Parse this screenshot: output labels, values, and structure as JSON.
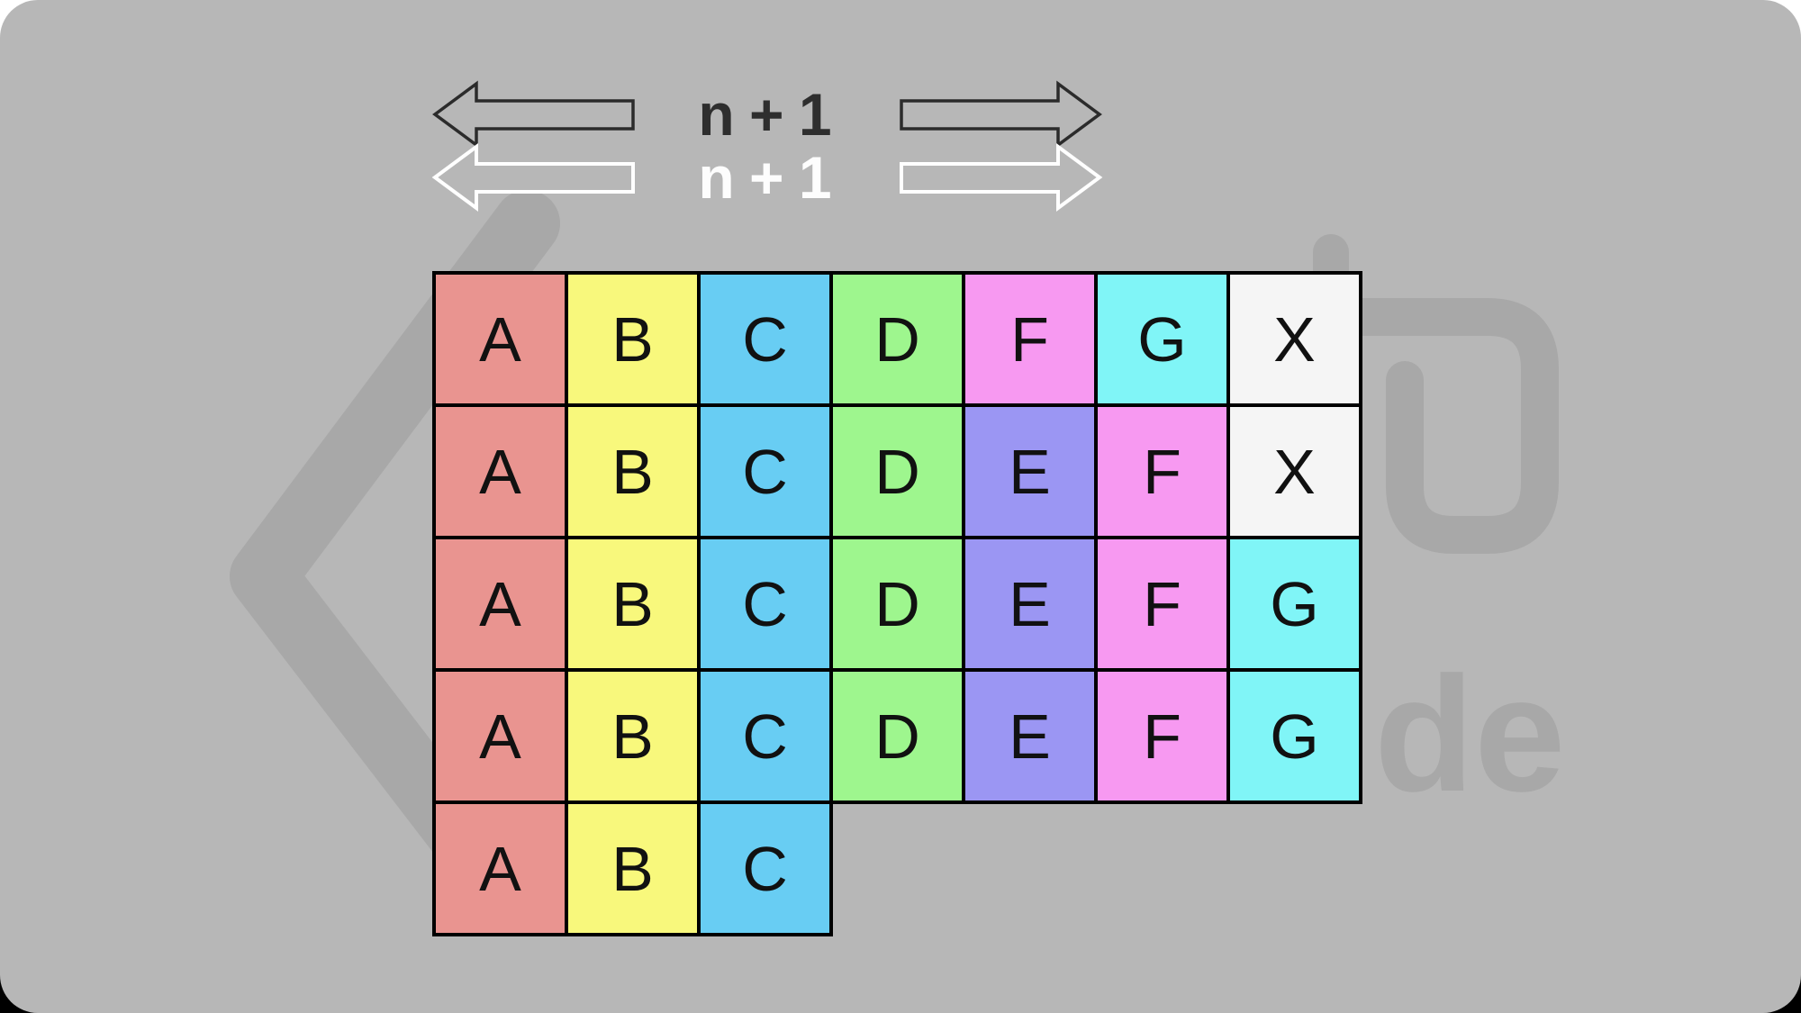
{
  "title": "grid-string-diagram",
  "background": {
    "canvas_color": "#b7b7b7",
    "outside_top_color": "#ffffff",
    "outside_bottom_color": "#000000"
  },
  "arrows": {
    "top_label": "n + 1",
    "bottom_label": "n + 1",
    "dark_color": "#2b2b2b",
    "light_color": "#ffffff"
  },
  "watermark": {
    "color": "#a8a8a8",
    "text_fragment": "de"
  },
  "palette": {
    "salmon": "#e99490",
    "yellow": "#f8f87c",
    "blue": "#68cdf3",
    "green": "#9ef68e",
    "purple": "#9b96f3",
    "magenta": "#f799f1",
    "cyan": "#80f5f7",
    "white": "#f5f5f5"
  },
  "grid": {
    "border_color": "#000000",
    "rows": [
      [
        {
          "letter": "A",
          "color": "salmon"
        },
        {
          "letter": "B",
          "color": "yellow"
        },
        {
          "letter": "C",
          "color": "blue"
        },
        {
          "letter": "D",
          "color": "green"
        },
        {
          "letter": "F",
          "color": "magenta"
        },
        {
          "letter": "G",
          "color": "cyan"
        },
        {
          "letter": "X",
          "color": "white"
        }
      ],
      [
        {
          "letter": "A",
          "color": "salmon"
        },
        {
          "letter": "B",
          "color": "yellow"
        },
        {
          "letter": "C",
          "color": "blue"
        },
        {
          "letter": "D",
          "color": "green"
        },
        {
          "letter": "E",
          "color": "purple"
        },
        {
          "letter": "F",
          "color": "magenta"
        },
        {
          "letter": "X",
          "color": "white"
        }
      ],
      [
        {
          "letter": "A",
          "color": "salmon"
        },
        {
          "letter": "B",
          "color": "yellow"
        },
        {
          "letter": "C",
          "color": "blue"
        },
        {
          "letter": "D",
          "color": "green"
        },
        {
          "letter": "E",
          "color": "purple"
        },
        {
          "letter": "F",
          "color": "magenta"
        },
        {
          "letter": "G",
          "color": "cyan"
        }
      ],
      [
        {
          "letter": "A",
          "color": "salmon"
        },
        {
          "letter": "B",
          "color": "yellow"
        },
        {
          "letter": "C",
          "color": "blue"
        },
        {
          "letter": "D",
          "color": "green"
        },
        {
          "letter": "E",
          "color": "purple"
        },
        {
          "letter": "F",
          "color": "magenta"
        },
        {
          "letter": "G",
          "color": "cyan"
        }
      ],
      [
        {
          "letter": "A",
          "color": "salmon"
        },
        {
          "letter": "B",
          "color": "yellow"
        },
        {
          "letter": "C",
          "color": "blue"
        }
      ]
    ]
  }
}
